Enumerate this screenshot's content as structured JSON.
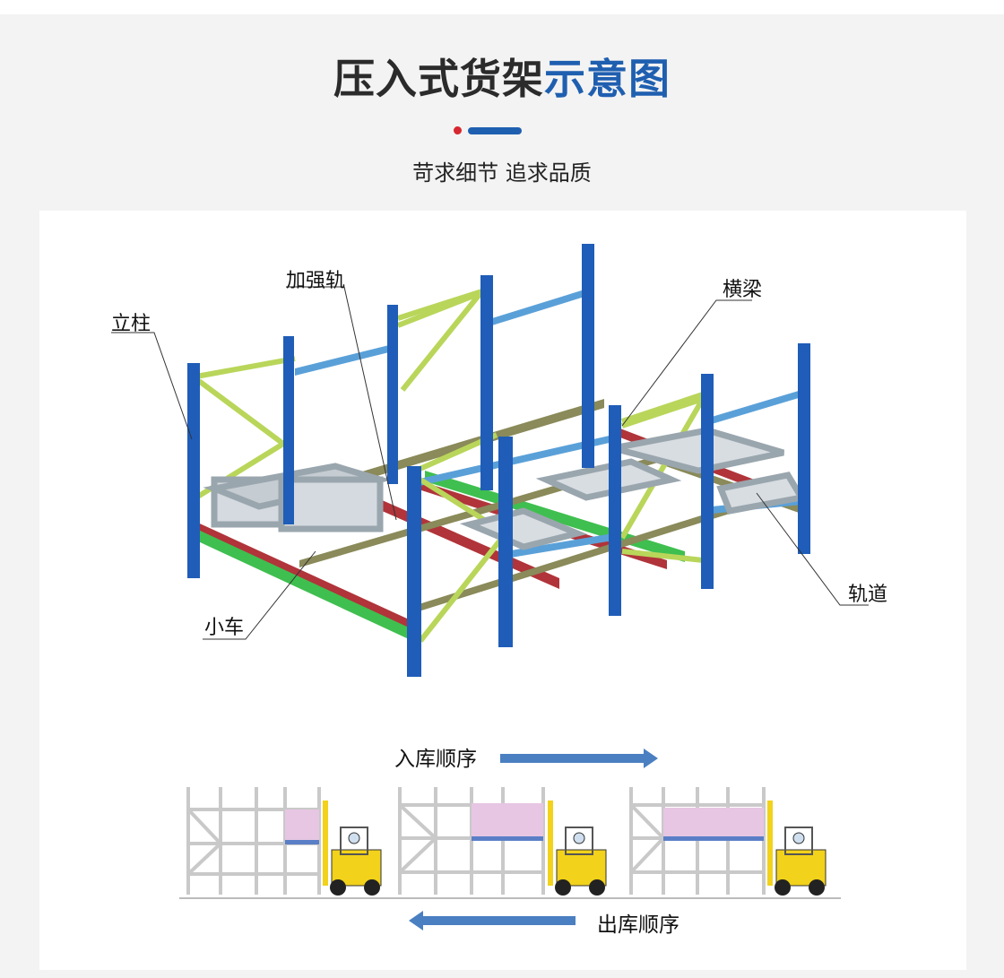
{
  "header": {
    "title_dark": "压入式货架",
    "title_blue": "示意图",
    "subtitle": "苛求细节 追求品质"
  },
  "labels": {
    "upright": "立柱",
    "reinforce_rail": "加强轨",
    "beam": "横梁",
    "cart": "小车",
    "rail": "轨道"
  },
  "flow": {
    "inbound": "入库顺序",
    "outbound": "出库顺序"
  },
  "colors": {
    "title_dark": "#2b2b2b",
    "title_blue": "#1f5fb0",
    "dot_red": "#d8262f",
    "upright_blue": "#1f5db8",
    "brace_yellow_green": "#b9d65a",
    "beam_light_blue": "#5aa0d8",
    "rail_red": "#b0343a",
    "rail_green": "#3fbf4f",
    "arrow_blue": "#4a7fc1",
    "forklift_yellow": "#f2d21b",
    "pallet_pink": "#e6c6e2"
  },
  "icons": [
    "forklift-icon",
    "arrow-right-icon",
    "arrow-left-icon"
  ]
}
